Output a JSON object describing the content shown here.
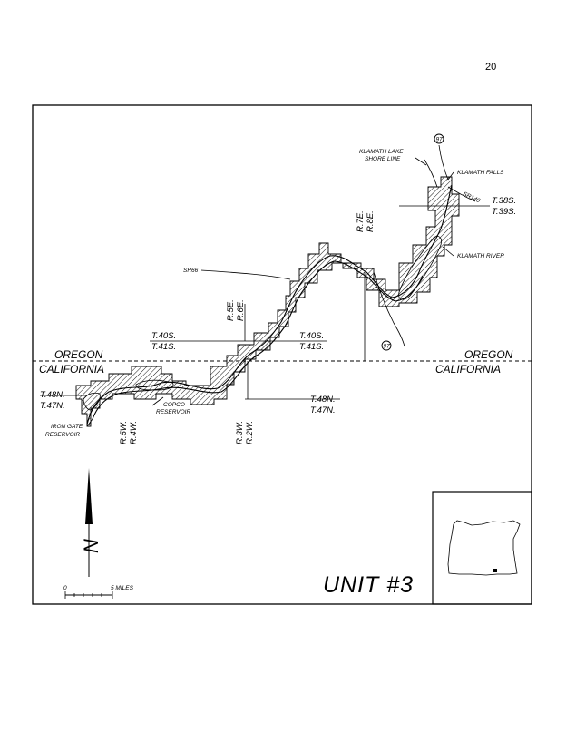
{
  "page": {
    "number": "20"
  },
  "map": {
    "unit_title": "UNIT #3",
    "states": {
      "oregon_left": "OREGON",
      "california_left": "CALIFORNIA",
      "oregon_right": "OREGON",
      "california_right": "CALIFORNIA"
    },
    "features": {
      "klamath_lake_shore_line_1": "KLAMATH LAKE",
      "klamath_lake_shore_line_2": "SHORE LINE",
      "klamath_falls": "KLAMATH FALLS",
      "klamath_river": "KLAMATH RIVER",
      "copco_reservoir_1": "COPCO",
      "copco_reservoir_2": "RESERVOIR",
      "iron_gate_reservoir_1": "IRON GATE",
      "iron_gate_reservoir_2": "RESERVOIR"
    },
    "roads": {
      "sr66": "SR66",
      "sr140": "SR140",
      "highway_97_top": "97",
      "highway_97_bottom": "97"
    },
    "townships": {
      "t38s": "T.38S.",
      "t39s": "T.39S.",
      "t40s_left": "T.40S.",
      "t41s_left": "T.41S.",
      "t40s_right": "T.40S.",
      "t41s_right": "T.41S.",
      "t48n_left": "T.48N.",
      "t47n_left": "T.47N.",
      "t48n_right": "T.48N.",
      "t47n_right": "T.47N."
    },
    "ranges": {
      "r7e": "R.7E.",
      "r8e": "R.8E.",
      "r5e": "R.5E.",
      "r6e": "R.6E.",
      "r5w": "R.5W.",
      "r4w": "R.4W.",
      "r3w": "R.3W.",
      "r2w": "R.2W."
    },
    "north_arrow": "N",
    "scale": {
      "start": "0",
      "end": "5 MILES"
    }
  }
}
